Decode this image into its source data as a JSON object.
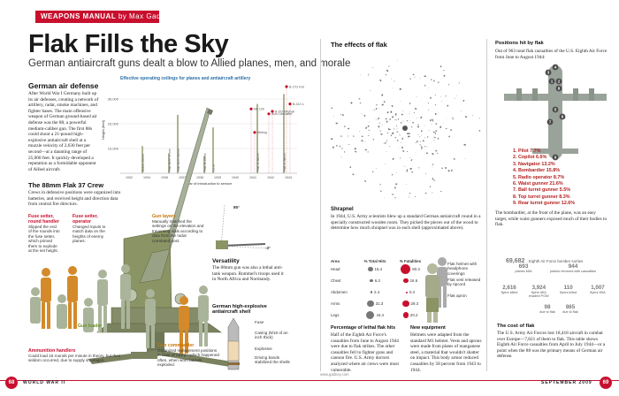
{
  "header": {
    "section": "WEAPONS MANUAL",
    "byline": "by Max Gadney"
  },
  "title": "Flak Fills the Sky",
  "subtitle": "German antiaircraft guns dealt a blow to Allied planes, men, and morale",
  "air_defense": {
    "heading": "German air defense",
    "body": "After World War I Germany built up its air defenses, creating a network of artillery, radar, smoke machines, and fighter bases. The main offensive weapon of German ground-based air defense was the 88, a powerful medium-caliber gun. The first 88s could shoot a 21-pound high-explosive antiaircraft shell at a muzzle velocity of 2,630 feet per second—at a daunting range of 25,000 feet. It quickly developed a reputation as a formidable opponent of Allied aircraft."
  },
  "chart_data": {
    "type": "scatter",
    "title": "Effective operating ceilings for planes and antiaircraft artillery",
    "xlabel": "Year of introduction to service",
    "ylabel": "Height (feet)",
    "x_ticks": [
      "1932",
      "1934",
      "1936",
      "1937",
      "1938",
      "1939",
      "1940",
      "1941",
      "1942",
      "1943"
    ],
    "y_ticks": [
      10000,
      20000,
      30000
    ],
    "ylim": [
      0,
      35000
    ],
    "planes": [
      {
        "name": "B-17G Fortress",
        "year": 1943,
        "height": 35000
      },
      {
        "name": "B-24J Liberator",
        "year": 1943,
        "height": 28000
      },
      {
        "name": "Me 109",
        "year": 1941,
        "height": 26000
      },
      {
        "name": "B-25J Mitchell",
        "year": 1942,
        "height": 25000
      },
      {
        "name": "Avro Lancaster",
        "year": 1942,
        "height": 24000
      },
      {
        "name": "Stirling",
        "year": 1941,
        "height": 16500
      }
    ],
    "guns": [
      {
        "name": "Bofors 40mm",
        "year": 1934,
        "height": 11000
      },
      {
        "name": "Flak 36/37 37mm",
        "year": 1936,
        "height": 8000
      },
      {
        "name": "Flak 36/37 88mm",
        "year": 1937,
        "height": 23600
      },
      {
        "name": "Flak 38 20mm",
        "year": 1938,
        "height": 7000
      },
      {
        "name": "3.7 in",
        "year": 1939,
        "height": 18500
      },
      {
        "name": "Flak 39 88mm",
        "year": 1941,
        "height": 28000
      },
      {
        "name": "Flak 41 88mm",
        "year": 1943,
        "height": 32000
      }
    ]
  },
  "crew": {
    "heading": "The 88mm Flak 37 Crew",
    "body": "Crews in defensive positions were organized into batteries, and received height and direction data from central fire directors.",
    "fuse_setter": {
      "title": "Fuse setter, round handler",
      "body": "Slipped the end of the rounds into the fuse setter, which primed them to explode at the set height."
    },
    "fuse_operator": {
      "title": "Fuse setter, operator",
      "body": "Changed inputs to match data on the heights of enemy planes."
    },
    "gun_layers": {
      "title": "Gun layers",
      "body": "Manually matched the settings on the elevation and traversing dials according to data from the radar command post."
    },
    "ammo": {
      "title": "Ammunition handlers",
      "body": "Could load 15 rounds per minute in theory, but their seldom occurred, due to supply shortages."
    },
    "loader": {
      "title": "Gun loader"
    },
    "commander": {
      "title": "Gun commander",
      "body": "Organized replacement positions in case of injury—which happened often, when worn barrels exploded."
    }
  },
  "versatility": {
    "heading": "Versatility",
    "angle_a": "85°",
    "angle_b": "-3°",
    "body": "The 88mm gun was also a lethal anti-tank weapon. Rommel's troops used it in North Africa and Normandy."
  },
  "shell": {
    "heading": "German high-explosive antiaircraft shell",
    "labels": [
      {
        "title": "Fuse",
        "body": ""
      },
      {
        "title": "",
        "body": "Casing (9/16 of an inch thick)"
      },
      {
        "title": "",
        "body": "Explosive"
      },
      {
        "title": "",
        "body": "Driving bands stabilized the shells"
      }
    ]
  },
  "effects": {
    "heading": "The effects of flak",
    "shrapnel_heading": "Shrapnel",
    "shrapnel_body": "In 1944, U.S. Army scientists blew up a standard German antiaircraft round in a specially constructed wooden room. They picked the pieces out of the wood to determine how much shrapnel was in each shell (approximated above).",
    "table": {
      "col_area": "Area",
      "col_hits": "% Total Hits",
      "col_fatal": "% Fatalities",
      "rows": [
        {
          "area": "Head",
          "hits": "15.4",
          "fatal": "60.3"
        },
        {
          "area": "Chest",
          "hits": "6.3",
          "fatal": "16.6"
        },
        {
          "area": "Abdomen",
          "hits": "2.4",
          "fatal": "0.4"
        },
        {
          "area": "Arms",
          "hits": "31.3",
          "fatal": "29.3"
        },
        {
          "area": "Legs",
          "hits": "44.4",
          "fatal": "20.2"
        }
      ]
    },
    "lethal_heading": "Percentage of lethal flak hits",
    "lethal_body": "Half of the Eighth Air Force's casualties from June to August 1944 were due to flak strikes. The other casualties fell to fighter guns and cannon fire. U.S. Army doctors analyzed where air crews were most vulnerable.",
    "equipment_heading": "New equipment",
    "equipment_body": "Helmets were adapted from the standard M1 helmet. Vests and aprons were made from plates of manganese steel, a material that wouldn't shatter on impact. This body armor reduced casualties by 58 percent from 1943 to 1944.",
    "armor_labels": [
      "Flak helmet with headphone coverings",
      "Flak vest released by ripcord",
      "Flak apron"
    ]
  },
  "positions": {
    "heading": "Positions hit by flak",
    "intro": "Out of 963 total flak casualties of the U.S. Eighth Air Force from June to August 1944:",
    "items": [
      "1. Pilot  7.7%",
      "2. Copilot  6.6%",
      "3. Navigator  13.2%",
      "4. Bombardier  15.8%",
      "5. Radio operator  8.7%",
      "6. Waist gunner  21.6%",
      "7. Ball turret gunner  5.5%",
      "8. Top turret gunner  8.3%",
      "9. Rear turret gunner  12.6%"
    ],
    "bombardier_note": "The bombardier, at the front of the plane, was an easy target, while waist gunners exposed much of their bodies to flak."
  },
  "bomber_stats": {
    "total": "69,682",
    "total_label": "Eighth Air Force bomber sorties",
    "planes_mia": "693",
    "planes_mia_label": "planes MIA",
    "planes_returned": "944",
    "planes_returned_label": "planes returned with casualties",
    "row2": [
      {
        "v": "2,616",
        "l": "flyers killed"
      },
      {
        "v": "3,924",
        "l": "flyers MIA evaded POW"
      },
      {
        "v": "110",
        "l": "flyers killed"
      },
      {
        "v": "1,007",
        "l": "flyers WIA"
      }
    ],
    "row3": [
      {
        "v": "98",
        "l": "due to flak"
      },
      {
        "v": "865",
        "l": "due to flak"
      }
    ],
    "cost_heading": "The cost of flak",
    "cost_body": "The U.S. Army Air Forces lost 18,418 aircraft in combat over Europe—7,821 of them to flak. This table shows Eighth Air Force casualties from April to July 1944—or a point when the 88 was the primary means of German air defense."
  },
  "footer": {
    "left_page": "68",
    "left_label": "WORLD WAR II",
    "right_label": "SEPTEMBER 2009",
    "right_page": "69",
    "credit": "www.gadney.com"
  },
  "colors": {
    "accent": "#c8102e",
    "olive": "#8a9464",
    "plane_gray": "#9aa39a",
    "gun_orange": "#d48a2a"
  }
}
